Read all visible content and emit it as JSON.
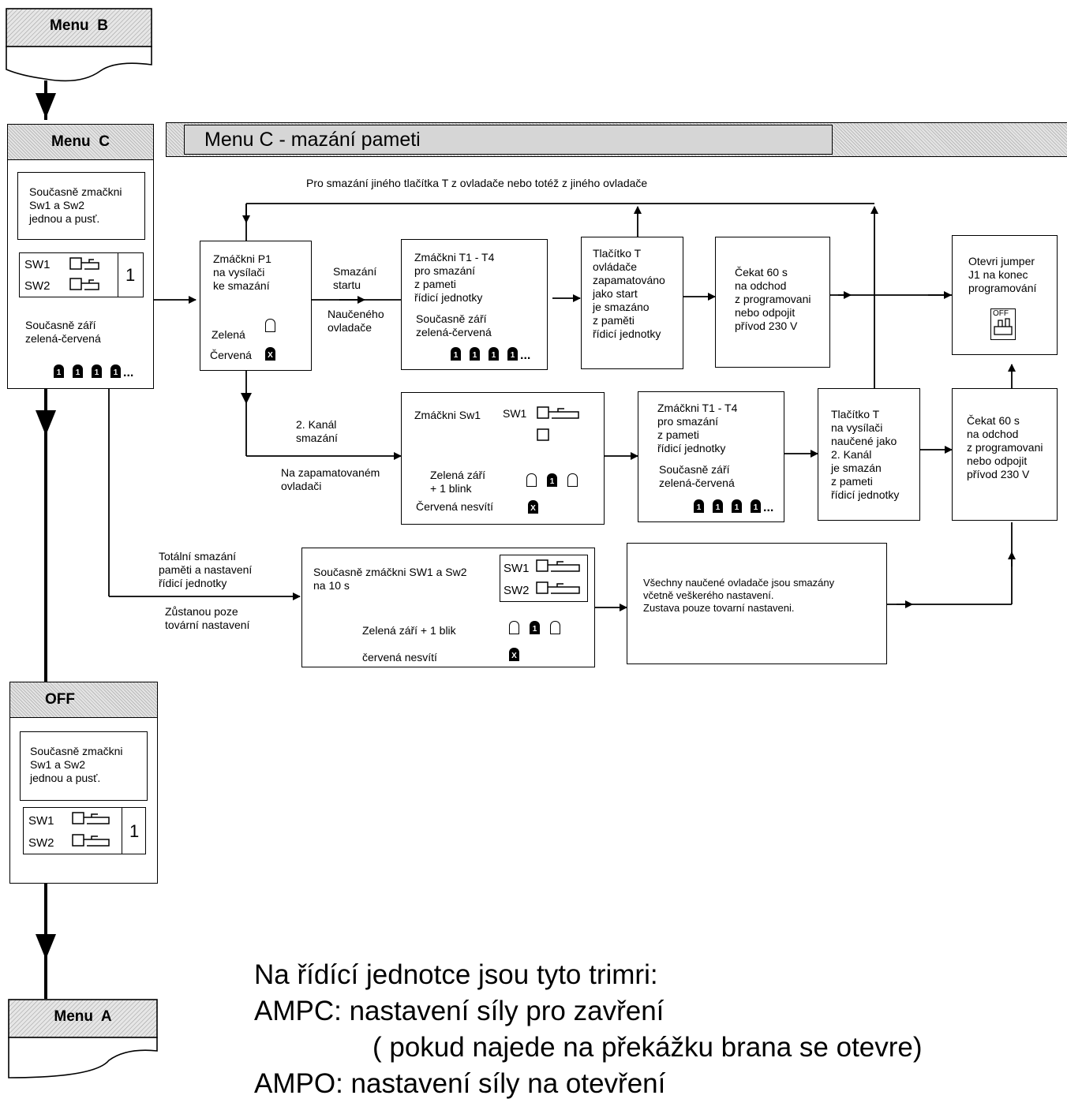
{
  "menu_b": {
    "title": "Menu  B"
  },
  "menu_c": {
    "title": "Menu  C",
    "instruction": "Současně zmačkni\nSw1 a Sw2\njednou a pusť.",
    "sw1": "SW1",
    "sw2": "SW2",
    "count": "1",
    "led_text": "Současně září\nzelená-červená"
  },
  "header": {
    "title": "Menu C - mazání pameti"
  },
  "loop_label": "Pro smazání jiného tlačítka T z ovladače nebo totéž z jiného ovladače",
  "row1": {
    "p1_box": "Zmáčkni P1\nna vysílači\nke smazání",
    "p1_green": "Zelená",
    "p1_red": "Červená",
    "label_start": "Smazání\nstartu",
    "label_learned": "Naučeného\novladače",
    "t_box": "Zmáčkni T1 - T4\npro smazání\nz pameti\nřídicí jednotky",
    "t_box_led": "Současně září\nzelená-červená",
    "saved_box": "Tlačítko T\novládače\nzapamatováno\njako start\nje smazáno\nz paměti\nřídicí jednotky",
    "wait_box": "Čekat 60 s\nna odchod\nz programovani\nnebo odpojit\npřívod 230 V",
    "jumper_box": "Otevri jumper\nJ1 na konec\nprogramování"
  },
  "row2": {
    "label_channel": "2. Kanál\nsmazání",
    "label_saved": "Na zapamatovaném\novladači",
    "sw_box": "Zmáčkni Sw1",
    "sw_box_sw1": "SW1",
    "sw_green": "Zelená září\n+ 1 blink",
    "sw_red": "Červená nesvítí",
    "t_box": "Zmáčkni T1 - T4\npro smazání\nz pameti\nřídicí jednotky",
    "t_box_led": "Současně září\nzelená-červená",
    "learned_box": "Tlačítko T\nna vysílači\nnaučené jako\n2. Kanál\nje smazán\nz pameti\nřídicí jednotky",
    "wait_box": "Čekat 60 s\nna odchod\nz programovani\nnebo odpojit\npřívod 230 V"
  },
  "row3": {
    "label_total": "Totální smazání\npaměti a nastavení\nřídicí jednotky",
    "label_remain": "Zůstanou poze\ntovární nastavení",
    "sw_box": "Současně zmáčkni SW1 a Sw2\nna 10 s",
    "sw1": "SW1",
    "sw2": "SW2",
    "green": "Zelená září + 1 blik",
    "red": "červená nesvítí",
    "result_box": "Všechny naučené ovladače jsou smazány\nvčetně veškerého nastavení.\nZustava pouze tovarní nastaveni."
  },
  "off": {
    "title": "OFF",
    "instruction": "Současně zmačkni\nSw1 a Sw2\njednou a pusť.",
    "sw1": "SW1",
    "sw2": "SW2",
    "count": "1"
  },
  "menu_a": {
    "title": "Menu  A"
  },
  "led_digit": "1",
  "led_x": "X",
  "ellipsis": "...",
  "off_icon_label": "OFF",
  "notes": {
    "line1": "Na řídící jednotce jsou tyto trimri:",
    "line2": "AMPC: nastavení síly pro zavření",
    "line3": "( pokud najede na překážku brana se otevre)",
    "line4": "AMPO: nastavení síly na otevření"
  }
}
